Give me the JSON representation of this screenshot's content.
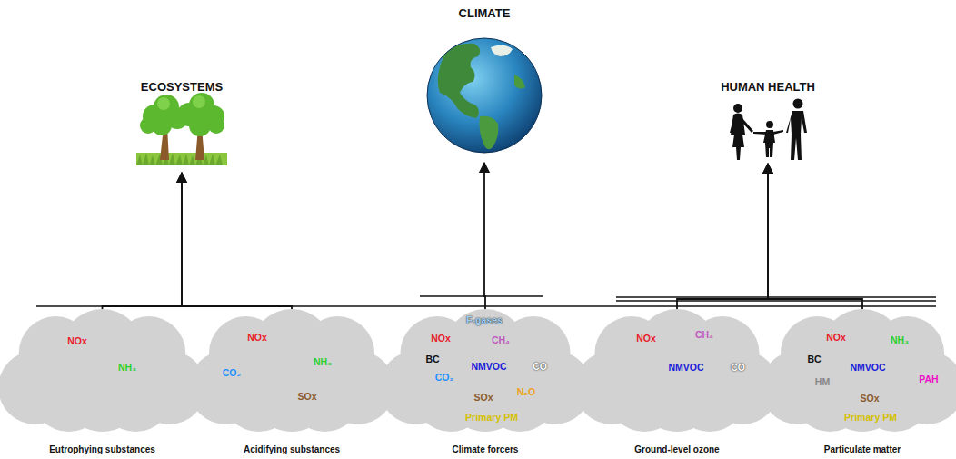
{
  "diagram": {
    "nodes": [
      {
        "text": [
          "ECOSYSTEMS"
        ]
      },
      {
        "text": [
          "CLIMATE"
        ]
      },
      {
        "text": [
          "HUMAN HEALTH"
        ]
      },
      {
        "text": [
          "NOx",
          "NH₃",
          "Eutrophying substances"
        ]
      },
      {
        "text": [
          "NOx",
          "NH₃",
          "CO₂",
          "SOx",
          "Acidifying substances"
        ]
      },
      {
        "text": [
          "F-gases",
          "NOx",
          "CH₄",
          "BC",
          "NMVOC",
          "CO",
          "CO₂",
          "SOx",
          "N₂O",
          "Primary PM",
          "Climate forcers"
        ]
      },
      {
        "text": [
          "NOx",
          "CH₄",
          "NMVOC",
          "CO",
          "Ground-level ozone"
        ]
      },
      {
        "text": [
          "NOx",
          "NH₃",
          "BC",
          "NMVOC",
          "HM",
          "PAH",
          "SOx",
          "Primary PM",
          "Particulate matter"
        ]
      }
    ],
    "edges": [
      {
        "from": 3,
        "to": 0,
        "arrow": "to"
      },
      {
        "from": 4,
        "to": 0,
        "arrow": "to"
      },
      {
        "from": 5,
        "to": 1,
        "arrow": "to"
      },
      {
        "from": 6,
        "to": 2,
        "arrow": "to"
      },
      {
        "from": 7,
        "to": 2,
        "arrow": "to"
      }
    ]
  }
}
